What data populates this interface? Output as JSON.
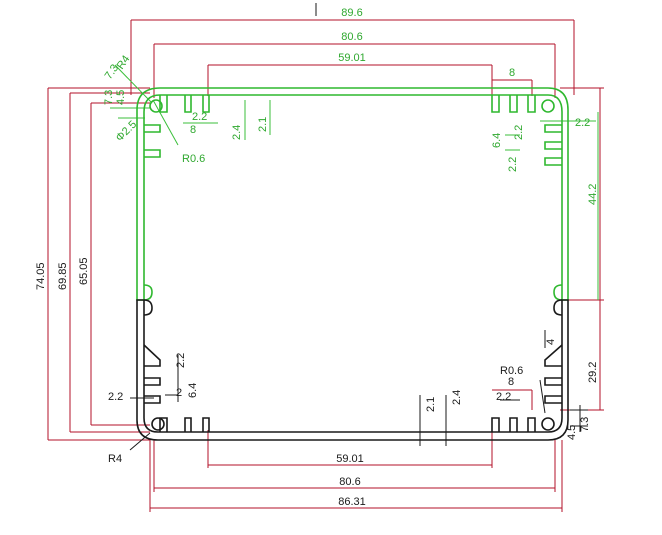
{
  "colors": {
    "top_half": "#2fb82f",
    "bottom_half": "#1a1a1a",
    "dimension_lines": "#b3122a",
    "background": "#ffffff"
  },
  "dimensions": {
    "top": {
      "overall_width": "89.6",
      "inner_width": "80.6",
      "slot_span": "59.01",
      "fin_group_width": "8",
      "radius_r4": "R4",
      "small_45": "4.5",
      "small_73": "7.3",
      "slot_22": "2.2",
      "slot_8": "8",
      "slot_24": "2.4",
      "slot_21": "2.1",
      "hole_dia": "Φ2.5",
      "fillet_r06": "R0.6"
    },
    "right": {
      "fin_64": "6.4",
      "fin_22a": "2.2",
      "fin_22b": "2.2",
      "upper_height": "44.2",
      "lower_height": "29.2",
      "fin_4": "4",
      "bot_45": "4.5",
      "bot_73": "7.3"
    },
    "left": {
      "outer_height": "74.05",
      "mid_height": "69.85",
      "inner_height": "65.05",
      "fin_22": "2.2",
      "fin_64": "6.4",
      "fin_2": "2",
      "fin_22b": "2.2",
      "radius": "R4"
    },
    "bottom": {
      "slot_21": "2.1",
      "slot_24": "2.4",
      "slot_22": "2.2",
      "slot_8": "8",
      "fillet": "R0.6",
      "slot_span": "59.01",
      "inner_width": "80.6",
      "overall_width": "86.31"
    }
  }
}
